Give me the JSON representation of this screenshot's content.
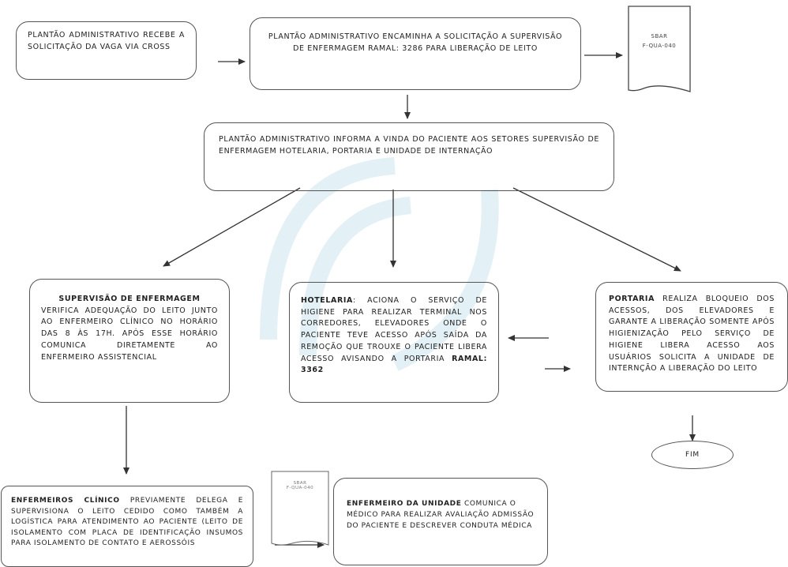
{
  "boxes": {
    "recebe": "PLANTÃO ADMINISTRATIVO RECEBE A SOLICITAÇÃO DA VAGA VIA CROSS",
    "encaminha": "PLANTÃO ADMINISTRATIVO ENCAMINHA A SOLICITAÇÃO A SUPERVISÃO DE ENFERMAGEM RAMAL: 3286 PARA LIBERAÇÃO DE LEITO",
    "informa": "PLANTÃO ADMINISTRATIVO INFORMA A VINDA DO PACIENTE AOS SETORES SUPERVISÃO DE ENFERMAGEM HOTELARIA, PORTARIA e UNIDADE DE INTERNAÇÃO",
    "supervisao_title": "SUPERVISÃO DE ENFERMAGEM",
    "supervisao_text": "VERIFICA ADEQUAÇÃO DO LEITO JUNTO AO ENFERMEIRO CLÍNICO NO HORÁRIO DAS 8 ÀS 17H. APÓS ESSE HORÁRIO COMUNICA DIRETAMENTE AO ENFERMEIRO ASSISTENCIAL",
    "hotelaria_title": "HOTELARIA",
    "hotelaria_text": ": ACIONA O SERVIÇO DE HIGIENE PARA REALIZAR TERMINAL NOS CORREDORES, ELEVADORES ONDE O PACIENTE TEVE ACESSO APÓS SAÍDA DA REMOÇÃO QUE TROUXE O PACIENTE LIBERA ACESSO AVISANDO A PORTARIA",
    "hotelaria_ramal": "RAMAL: 3362",
    "portaria_title": "PORTARIA",
    "portaria_text": " REALIZA BLOQUEIO DOS ACESSOS, DOS ELEVADORES E GARANTE A LIBERAÇÃO SOMENTE APÓS HIGIENIZAÇÃO PELO SERVIÇO DE HIGIENE LIBERA ACESSO AOS USUÁRIOS SOLICITA A UNIDADE DE INTERNÇÃO A LIBERAÇÃO DO LEITO",
    "clinico_title": "ENFERMEIROS CLÍNICO",
    "clinico_text": " PREVIAMENTE DELEGA E SUPERVISIONA O LEITO CEDIDO COMO TAMBÉM A LOGÍSTICA PARA ATENDIMENTO AO PACIENTE (LEITO DE ISOLAMENTO COM PLACA DE IDENTIFICAÇÃO INSUMOS PARA ISOLAMENTO DE CONTATO E AEROSSÓIS",
    "unidade_title": "ENFERMEIRO DA UNIDADE",
    "unidade_text": " COMUNICA O MÉDICO PARA REALIZAR AVALIAÇÃO ADMISSÃO DO PACIENTE E DESCREVER CONDUTA MÉDICA"
  },
  "docs": {
    "sbar_top_line1": "SBAR",
    "sbar_top_line2": "F-QUA-040",
    "sbar_bottom_line1": "SBAR",
    "sbar_bottom_line2": "F-QUA-040"
  },
  "end_label": "FIM"
}
